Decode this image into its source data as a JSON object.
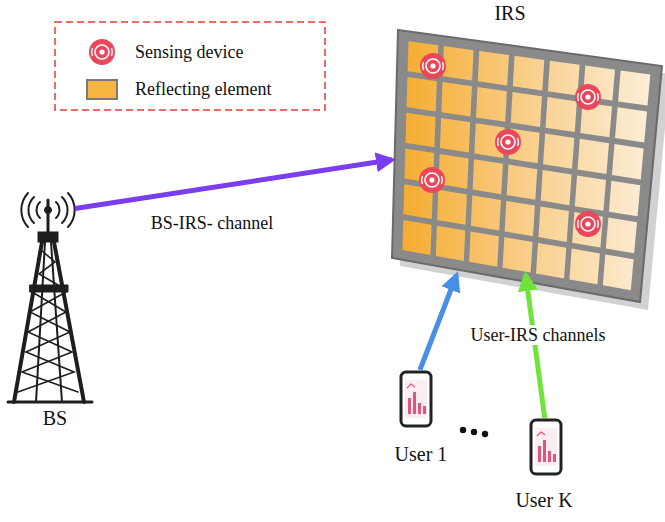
{
  "diagram": {
    "nodes": [
      {
        "text": [
          "IRS"
        ]
      },
      {
        "text": [
          "BS"
        ]
      },
      {
        "text": [
          "User 1"
        ]
      },
      {
        "text": [
          "User K"
        ]
      }
    ],
    "edges": [
      {
        "from": 1,
        "to": 0,
        "arrow": "to",
        "label": "BS-IRS- channel"
      },
      {
        "from": 2,
        "to": 0,
        "arrow": "to"
      },
      {
        "from": 3,
        "to": 0,
        "arrow": "to"
      }
    ],
    "labels": [
      "User-IRS channels"
    ],
    "legend": [
      {
        "text": "Sensing device"
      },
      {
        "text": "Reflecting element",
        "color": "#f6b540"
      }
    ]
  }
}
